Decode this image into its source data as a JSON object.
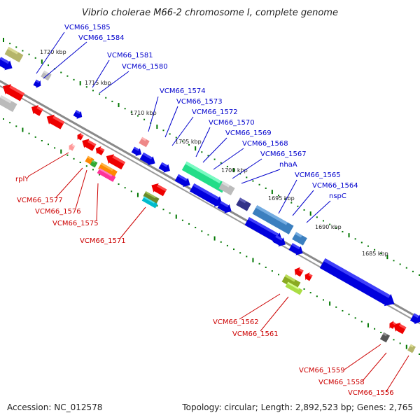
{
  "title": "Vibrio cholerae M66-2 chromosome I, complete genome",
  "footer": {
    "accession": "Accession: NC_012578",
    "summary": "Topology: circular; Length: 2,892,523 bp; Genes: 2,765"
  },
  "colors": {
    "backbone": "#808080",
    "forward": "#0000dd",
    "reverse": "#ee0000",
    "blue_label": "#0000cc",
    "red_label": "#cc0000",
    "tick": "#007700"
  },
  "kbp_marks": [
    "1720 kbp",
    "1715 kbp",
    "1710 kbp",
    "1705 kbp",
    "1700 kbp",
    "1695 kbp",
    "1690 kbp",
    "1685 kbp"
  ],
  "top_labels": [
    "VCM66_1585",
    "VCM66_1584",
    "VCM66_1581",
    "VCM66_1580",
    "VCM66_1574",
    "VCM66_1573",
    "VCM66_1572",
    "VCM66_1570",
    "VCM66_1569",
    "VCM66_1568",
    "VCM66_1567",
    "nhaA",
    "VCM66_1565",
    "VCM66_1564",
    "nspC"
  ],
  "bottom_labels": [
    "rplY",
    "VCM66_1577",
    "VCM66_1576",
    "VCM66_1575",
    "VCM66_1571",
    "VCM66_1562",
    "VCM66_1561",
    "VCM66_1559",
    "VCM66_1558",
    "VCM66_1556"
  ]
}
